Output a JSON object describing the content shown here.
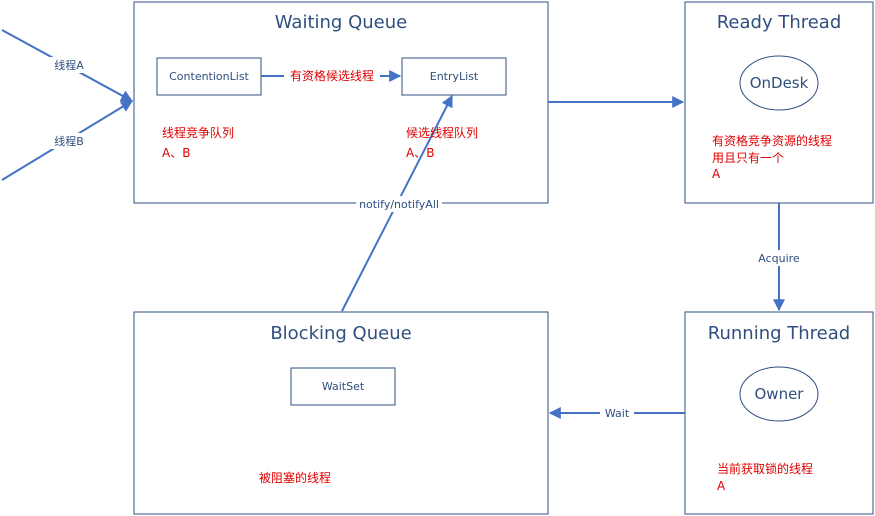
{
  "nodes": {
    "waiting_queue": {
      "title": "Waiting Queue"
    },
    "ready_thread": {
      "title": "Ready Thread"
    },
    "blocking_queue": {
      "title": "Blocking Queue"
    },
    "running_thread": {
      "title": "Running Thread"
    },
    "contention_list": {
      "label": "ContentionList"
    },
    "entry_list": {
      "label": "EntryList"
    },
    "wait_set": {
      "label": "WaitSet"
    },
    "on_desk": {
      "label": "OnDesk"
    },
    "owner": {
      "label": "Owner"
    }
  },
  "annotations": {
    "contention_desc": "线程竞争队列",
    "contention_members": "A、B",
    "entry_desc": "候选线程队列",
    "entry_members": "A、B",
    "ready_desc_line1": "有资格竞争资源的线程",
    "ready_desc_line2": "用且只有一个",
    "ready_member": "A",
    "blocking_desc": "被阻塞的线程",
    "running_desc": "当前获取锁的线程",
    "running_member": "A"
  },
  "edges": {
    "thread_a": "线程A",
    "thread_b": "线程B",
    "contention_to_entry": "有资格候选线程",
    "notify": "notify/notifyAll",
    "acquire": "Acquire",
    "wait": "Wait"
  },
  "colors": {
    "border": "#2f4f7f",
    "arrow": "#4472c4",
    "annotation": "#e00000"
  }
}
